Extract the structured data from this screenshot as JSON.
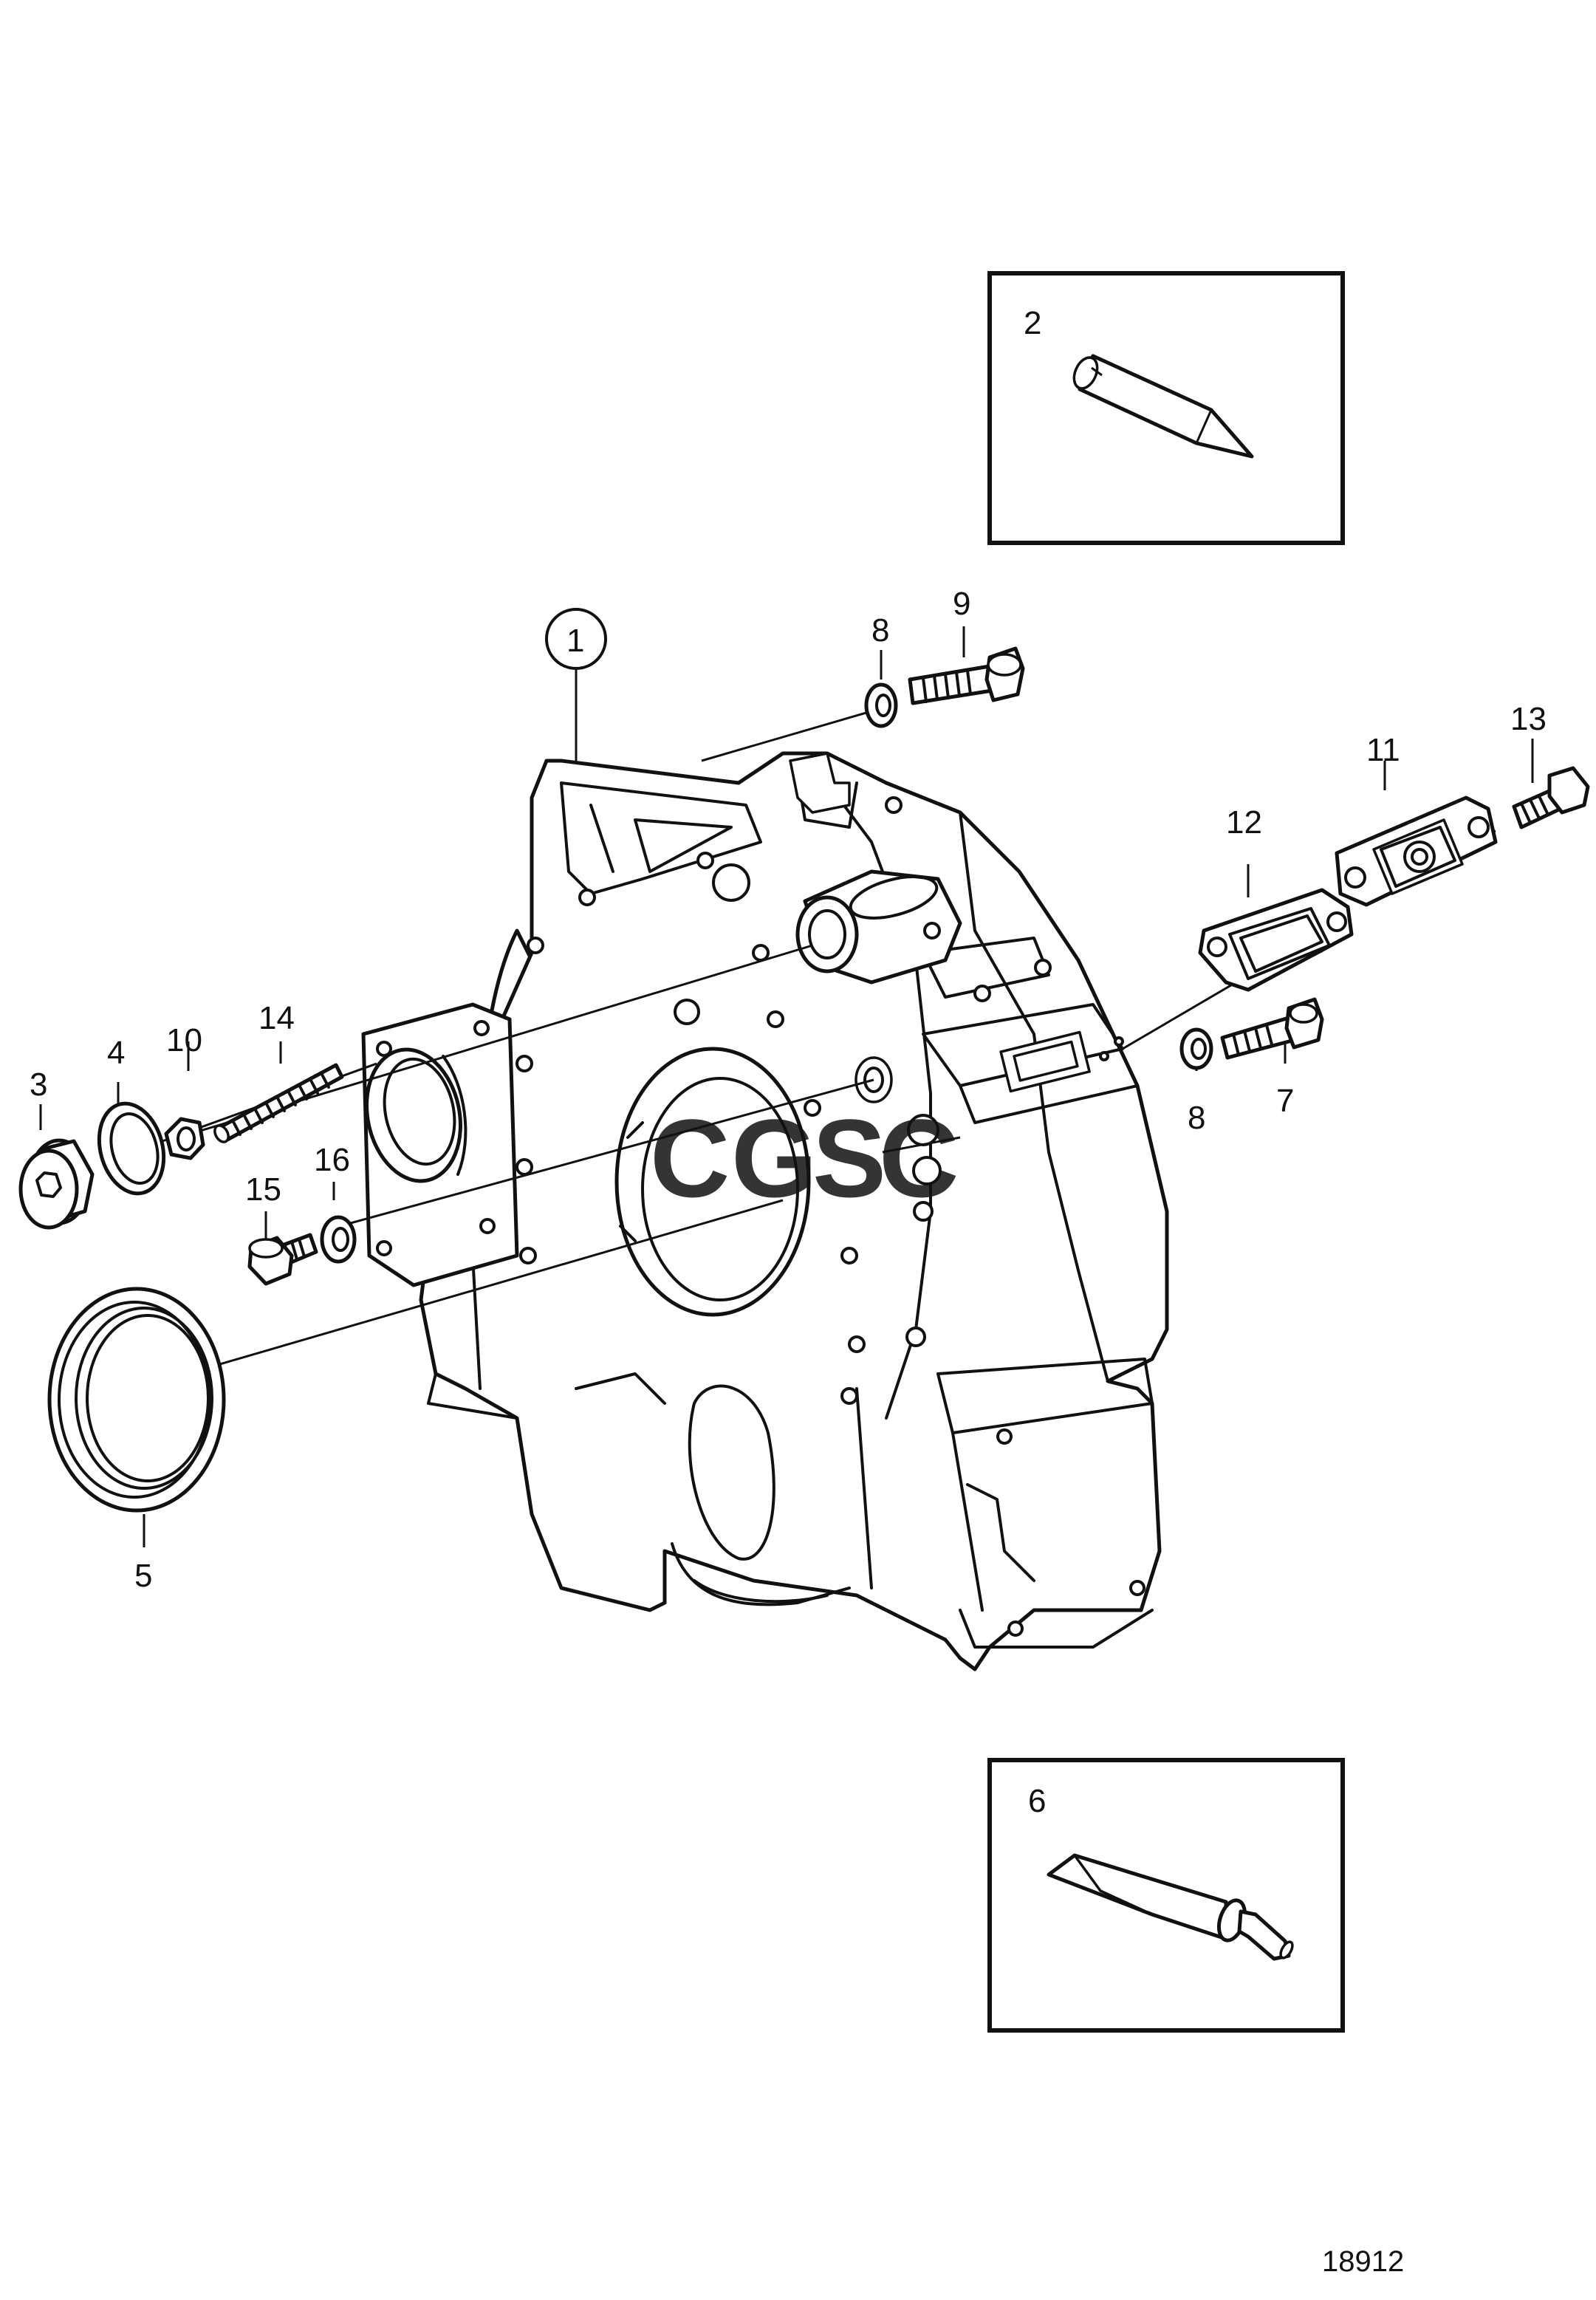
{
  "callouts": {
    "c1": "1",
    "c2": "2",
    "c3": "3",
    "c4": "4",
    "c5": "5",
    "c6": "6",
    "c7": "7",
    "c8a": "8",
    "c8b": "8",
    "c9": "9",
    "c10": "10",
    "c11": "11",
    "c12": "12",
    "c13": "13",
    "c14": "14",
    "c15": "15",
    "c16": "16"
  },
  "watermark": {
    "l1": "C",
    "l2": "G",
    "l3": "S",
    "l4": "C",
    "colors": {
      "l1": "#4a8ff0",
      "l2": "#ee6a5f",
      "l3": "#f5c542",
      "l4": "#47b67a"
    }
  },
  "reference_number": "18912"
}
